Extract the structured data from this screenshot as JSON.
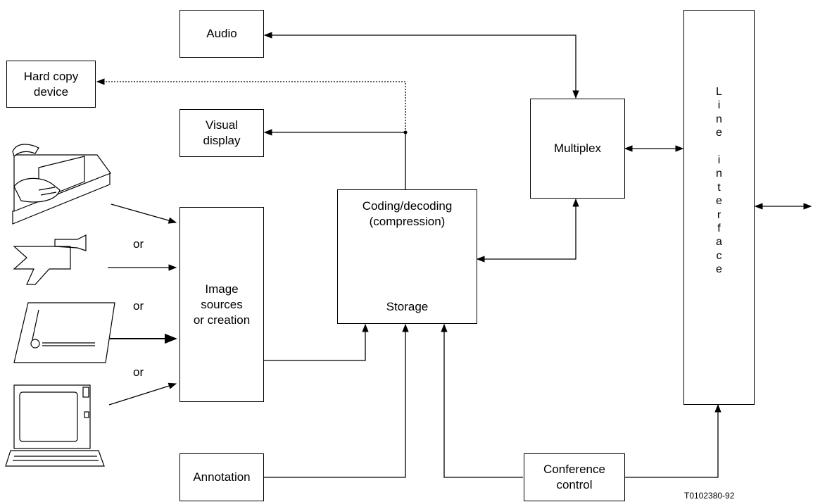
{
  "boxes": {
    "audio": "Audio",
    "hard_copy": [
      "Hard copy",
      "device"
    ],
    "visual_display": [
      "Visual",
      "display"
    ],
    "image_sources": [
      "Image",
      "sources",
      "or creation"
    ],
    "coding_decoding": [
      "Coding/decoding",
      "(compression)"
    ],
    "storage": "Storage",
    "multiplex": "Multiplex",
    "line_interface": "L\ni\nn\ne\n\ni\nn\nt\ne\nr\nf\na\nc\ne",
    "annotation": "Annotation",
    "conference_control": [
      "Conference",
      "control"
    ]
  },
  "or_labels": [
    "or",
    "or",
    "or"
  ],
  "figure_ref": "T0102380-92"
}
